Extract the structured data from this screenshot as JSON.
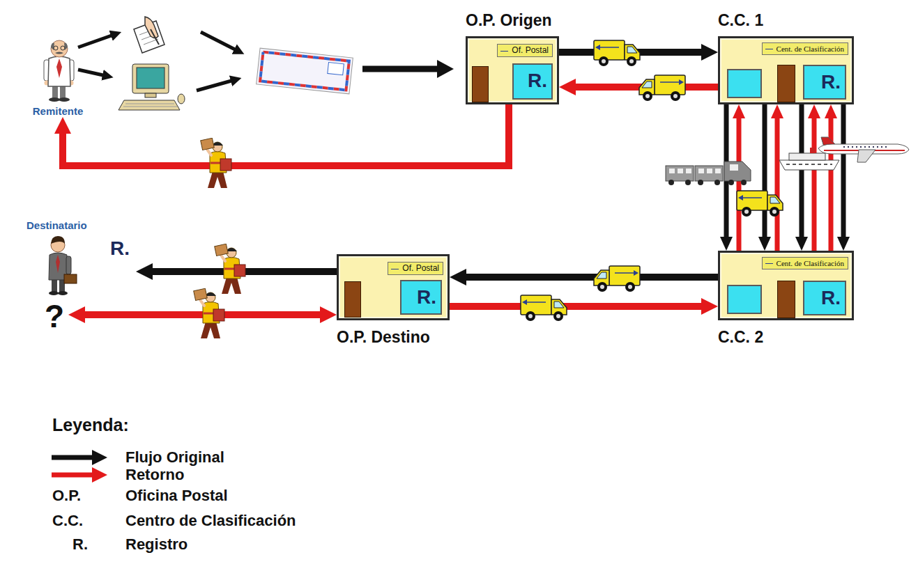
{
  "diagram": {
    "nodes": [
      {
        "text": [
          "Remitente"
        ]
      },
      {
        "text": [
          "O.P. Origen",
          "Of. Postal",
          "R."
        ]
      },
      {
        "text": [
          "C.C. 1",
          "Cent. de Clasificación",
          "R."
        ]
      },
      {
        "text": [
          "Destinatario",
          "R."
        ]
      },
      {
        "text": [
          "Of. Postal",
          "R.",
          "O.P. Destino"
        ]
      },
      {
        "text": [
          "Cent. de Clasificación",
          "R.",
          "C.C. 2"
        ]
      },
      {
        "text": [
          "?"
        ]
      }
    ],
    "edges": [
      {
        "from": 1,
        "to": 2,
        "arrow": "to"
      },
      {
        "from": 2,
        "to": 1,
        "arrow": "to"
      },
      {
        "from": 1,
        "to": 0,
        "arrow": "to"
      },
      {
        "from": 2,
        "to": 5,
        "arrow": "to"
      },
      {
        "from": 5,
        "to": 2,
        "arrow": "to"
      },
      {
        "from": 2,
        "to": 5,
        "arrow": "to"
      },
      {
        "from": 5,
        "to": 2,
        "arrow": "to"
      },
      {
        "from": 2,
        "to": 5,
        "arrow": "to"
      },
      {
        "from": 5,
        "to": 2,
        "arrow": "to"
      },
      {
        "from": 5,
        "to": 2,
        "arrow": "to"
      },
      {
        "from": 2,
        "to": 5,
        "arrow": "to"
      },
      {
        "from": 5,
        "to": 4,
        "arrow": "to"
      },
      {
        "from": 4,
        "to": 5,
        "arrow": "to"
      },
      {
        "from": 4,
        "to": 3,
        "arrow": "to"
      },
      {
        "from": 6,
        "to": 4,
        "arrow": "both"
      }
    ],
    "labels": [
      "Leyenda:",
      "O.P.",
      "C.C.",
      "R."
    ],
    "legend": [
      {
        "text": "Flujo Original"
      },
      {
        "text": "Retorno"
      },
      {
        "text": "Oficina Postal"
      },
      {
        "text": "Centro de Clasificación"
      },
      {
        "text": "Registro"
      }
    ]
  }
}
